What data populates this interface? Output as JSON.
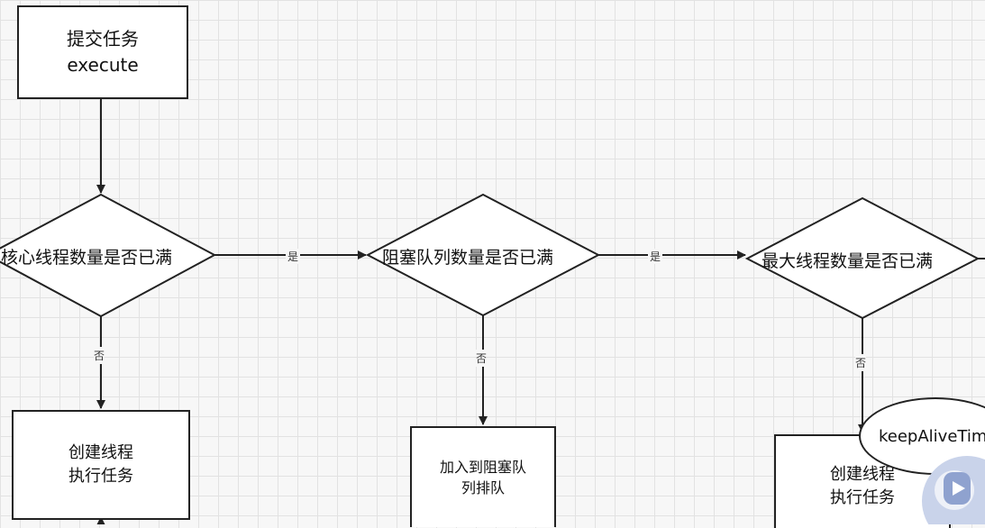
{
  "nodes": {
    "submit": {
      "line1": "提交任务",
      "line2": "execute"
    },
    "core_check": "核心线程数量是否已满",
    "queue_check": "阻塞队列数量是否已满",
    "max_check": "最大线程数量是否已满",
    "create_thread_1": {
      "line1": "创建线程",
      "line2": "执行任务"
    },
    "enqueue": {
      "line1": "加入到阻塞队",
      "line2": "列排队"
    },
    "create_thread_2": {
      "line1": "创建线程",
      "line2": "执行任务"
    }
  },
  "edge_labels": {
    "core_yes": "是",
    "queue_yes": "是",
    "core_no": "否",
    "queue_no": "否",
    "max_no": "否"
  },
  "bubble": {
    "text": "keepAliveTime"
  },
  "colors": {
    "grid": "#e2e2e2",
    "stroke": "#222222",
    "background": "#f7f7f7"
  }
}
